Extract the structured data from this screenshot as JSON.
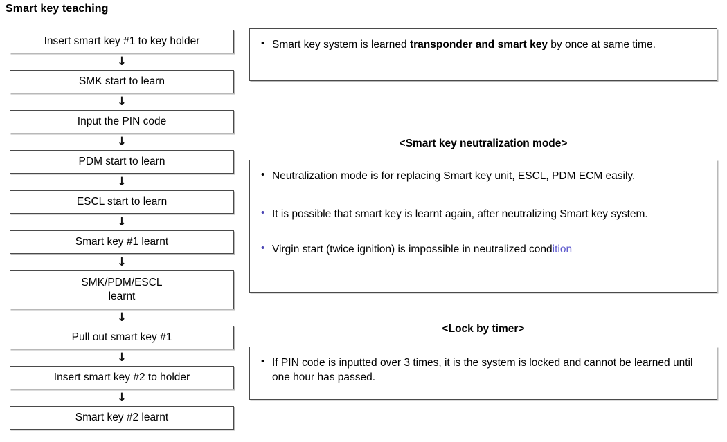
{
  "page": {
    "title": "Smart key teaching"
  },
  "flow": {
    "arrow_glyph": "↓",
    "steps": [
      {
        "label": "Insert smart key #1 to key holder",
        "two_line": false
      },
      {
        "label": "SMK start to learn",
        "two_line": false
      },
      {
        "label": "Input the PIN code",
        "two_line": false
      },
      {
        "label": "PDM start to learn",
        "two_line": false
      },
      {
        "label": "ESCL start to learn",
        "two_line": false
      },
      {
        "label": "Smart key #1 learnt",
        "two_line": false
      },
      {
        "label": "SMK/PDM/ESCL\nlearnt",
        "two_line": true
      },
      {
        "label": "Pull out smart key #1",
        "two_line": false
      },
      {
        "label": "Insert smart key #2 to holder",
        "two_line": false
      },
      {
        "label": "Smart key #2 learnt",
        "two_line": false
      }
    ]
  },
  "notes": {
    "bullet_glyph": "•",
    "bullet_color_black": "#000000",
    "bullet_color_blue": "#4b46b4",
    "highlight_color": "#5b57cc",
    "intro_box": {
      "line_1_pre": "Smart key system is learned ",
      "line_1_bold": "transponder and smart key",
      "line_1_post": " by once at same  time."
    },
    "neutralization": {
      "heading": "<Smart key neutralization mode>",
      "items": [
        "Neutralization mode is for replacing Smart key unit, ESCL, PDM ECM easily.",
        "It is possible that smart key is learnt again, after neutralizing Smart key system."
      ],
      "item_3_pre": "Virgin start (twice ignition) is impossible in neutralized cond",
      "item_3_highlight": "ition"
    },
    "lock_by_timer": {
      "heading": "<Lock by timer>",
      "item": "If PIN code is inputted over 3 times, it is the system is locked and cannot be learned until one hour has passed."
    }
  }
}
